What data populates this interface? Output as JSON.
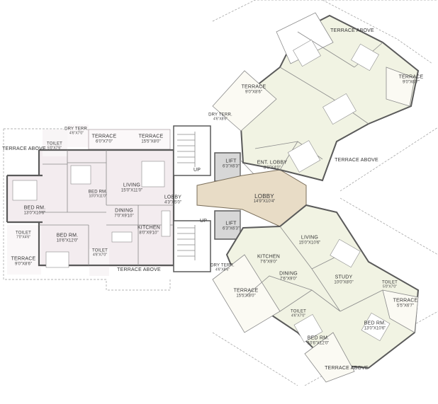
{
  "rooms": {
    "l_terrace_above_top": {
      "name": "TERRACE ABOVE",
      "dim": ""
    },
    "l_toilet_top": {
      "name": "TOILET",
      "dim": "5'0\"X7'6\""
    },
    "l_dry_terr": {
      "name": "DRY TERR.",
      "dim": "4'6\"X7'0\""
    },
    "l_terrace_a": {
      "name": "TERRACE",
      "dim": "6'0\"X7'0\""
    },
    "l_terrace_b": {
      "name": "TERRACE",
      "dim": "15'5\"X8'0\""
    },
    "l_bed1": {
      "name": "BED RM.",
      "dim": "13'0\"X10'6\""
    },
    "l_bed2": {
      "name": "BED RM.",
      "dim": "10'0\"X11'0\""
    },
    "l_living": {
      "name": "LIVING",
      "dim": "15'0\"X11'0\""
    },
    "lobby_small": {
      "name": "LOBBY",
      "dim": "4'3\"X5'0\""
    },
    "l_dining": {
      "name": "DINING",
      "dim": "7'0\"X9'10\""
    },
    "l_kitchen": {
      "name": "KITCHEN",
      "dim": "8'0\"X9'10\""
    },
    "l_toilet_left": {
      "name": "TOILET",
      "dim": "7'0\"X4'6\""
    },
    "l_bed3": {
      "name": "BED RM.",
      "dim": "10'6\"X12'0\""
    },
    "l_toilet_bottom": {
      "name": "TOILET",
      "dim": "4'6\"X7'0\""
    },
    "l_terrace_bl": {
      "name": "TERRACE",
      "dim": "9'0\"X8'6\""
    },
    "l_terrace_above_bottom": {
      "name": "TERRACE ABOVE",
      "dim": ""
    },
    "lift_top": {
      "name": "LIFT",
      "dim": "6'3\"X6'3\""
    },
    "lift_bottom": {
      "name": "LIFT",
      "dim": "6'3\"X6'3\""
    },
    "up_top": {
      "name": "UP",
      "dim": ""
    },
    "up_bottom": {
      "name": "UP",
      "dim": ""
    },
    "lobby_main": {
      "name": "LOBBY",
      "dim": "14'9\"X10'4\""
    },
    "u_terrace_above_top": {
      "name": "TERRACE ABOVE",
      "dim": ""
    },
    "u_terrace_right": {
      "name": "TERRACE",
      "dim": "9'0\"X6'7\""
    },
    "u_terrace_left": {
      "name": "TERRACE",
      "dim": "9'0\"X8'6\""
    },
    "u_dry_terr": {
      "name": "DRY TERR.",
      "dim": "4'6\"X8'6\""
    },
    "u_ent_lobby": {
      "name": "ENT. LOBBY",
      "dim": "8'0\"X4'0\""
    },
    "u_terrace_above_side": {
      "name": "TERRACE ABOVE",
      "dim": ""
    },
    "d_living": {
      "name": "LIVING",
      "dim": "15'0\"X10'6\""
    },
    "d_kitchen": {
      "name": "KITCHEN",
      "dim": "7'6\"X9'0\""
    },
    "d_dry_terr": {
      "name": "DRY TERR.",
      "dim": "4'6\"X8'6\""
    },
    "d_dining": {
      "name": "DINING",
      "dim": "7'6\"X9'0\""
    },
    "d_study": {
      "name": "STUDY",
      "dim": "10'0\"X8'0\""
    },
    "d_terrace_left": {
      "name": "TERRACE",
      "dim": "15'5\"X8'0\""
    },
    "d_toilet_right": {
      "name": "TOILET",
      "dim": "5'0\"X7'0\""
    },
    "d_terrace_right": {
      "name": "TERRACE",
      "dim": "5'5\"X6'7\""
    },
    "d_toilet_mid": {
      "name": "TOILET",
      "dim": "4'6\"X7'0\""
    },
    "d_bed_left": {
      "name": "BED RM.",
      "dim": "10'6\"X12'0\""
    },
    "d_bed_right": {
      "name": "BED RM.",
      "dim": "13'0\"X10'6\""
    },
    "d_terrace_above": {
      "name": "TERRACE ABOVE",
      "dim": ""
    }
  },
  "colors": {
    "pink_fill": "#f3ecef",
    "green_fill": "#f1f3e3",
    "lobby_fill": "#e8dcc6",
    "lift_fill": "#d7d7d7",
    "terrace_fill": "#fbf8f5",
    "wall": "#5a5a5a"
  }
}
